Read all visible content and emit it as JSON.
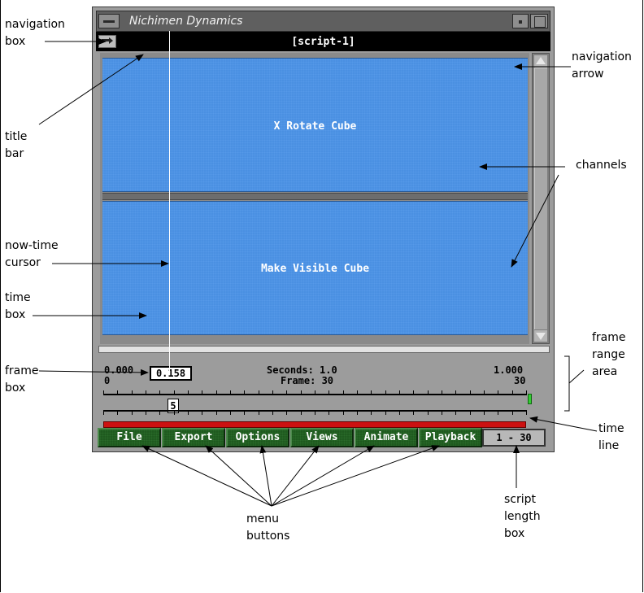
{
  "window": {
    "title": "Nichimen Dynamics",
    "script_title": "[script-1]"
  },
  "channels": [
    {
      "label": "X Rotate Cube"
    },
    {
      "label": "Make Visible Cube"
    }
  ],
  "range": {
    "start_seconds": "0.000",
    "start_frame": "0",
    "seconds_label": "Seconds: 1.0",
    "frame_label": "Frame: 30",
    "end_seconds": "1.000",
    "end_frame": "30",
    "time_box_value": "0.158",
    "frame_box_value": "5"
  },
  "menu": {
    "buttons": [
      "File",
      "Export",
      "Options",
      "Views",
      "Animate",
      "Playback"
    ],
    "script_length": "1 - 30"
  },
  "annotations": {
    "navigation_box": "navigation\nbox",
    "title_bar": "title\nbar",
    "now_time_cursor": "now-time\ncursor",
    "time_box": "time\nbox",
    "frame_box": "frame\nbox",
    "navigation_arrow": "navigation\narrow",
    "channels": "channels",
    "frame_range_area": "frame\nrange\narea",
    "time_line": "time\nline",
    "menu_buttons": "menu\nbuttons",
    "script_length_box": "script\nlength\nbox"
  },
  "colors": {
    "channel_blue": "#4a90e2",
    "menu_green": "#1f5a1f",
    "timeline_red": "#cc1111"
  }
}
